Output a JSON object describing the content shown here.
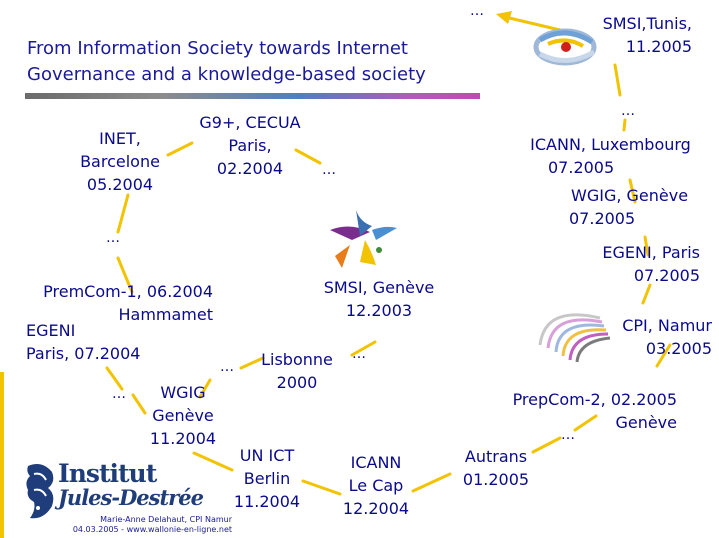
{
  "title": {
    "line1": "From Information Society towards Internet",
    "line2": "Governance and a knowledge-based society"
  },
  "events": {
    "smsi_tunis": {
      "line1": "SMSI,Tunis,",
      "line2": "11.2005"
    },
    "icann_luxembourg": {
      "line1": "ICANN, Luxembourg",
      "line2": "07.2005"
    },
    "wgig_geneve_2005": {
      "line1": "WGIG, Genève",
      "line2": "07.2005"
    },
    "egeni_paris_2005": {
      "line1": "EGENI, Paris",
      "line2": "07.2005"
    },
    "cpi_namur": {
      "line1": "CPI, Namur",
      "line2": "03.2005"
    },
    "prepcom2": {
      "line1": "PrepCom-2, 02.2005",
      "line2": "Genève"
    },
    "autrans": {
      "line1": "Autrans",
      "line2": "01.2005"
    },
    "icann_le_cap": {
      "line1": "ICANN",
      "line2": "Le Cap",
      "line3": "12.2004"
    },
    "un_ict": {
      "line1": "UN ICT",
      "line2": "Berlin",
      "line3": "11.2004"
    },
    "wgig_geneve_2004": {
      "line1": "WGIG",
      "line2": "Genève",
      "line3": "11.2004"
    },
    "egeni_paris_2004": {
      "line1": "EGENI",
      "line2": "Paris, 07.2004"
    },
    "premcom1": {
      "line1": "PremCom-1, 06.2004",
      "line2": "Hammamet"
    },
    "inet": {
      "line1": "INET,",
      "line2": "Barcelone",
      "line3": "05.2004"
    },
    "g9": {
      "line1": "G9+, CECUA",
      "line2": "Paris,",
      "line3": "02.2004"
    },
    "smsi_geneve": {
      "line1": "SMSI, Genève",
      "line2": "12.2003"
    },
    "lisbonne": {
      "line1": "Lisbonne",
      "line2": "2000"
    }
  },
  "ellipsis": "…",
  "logo": {
    "line1": "Institut",
    "line2": "Jules-Destrée"
  },
  "footer": {
    "line1": "Marie-Anne Delahaut, CPI Namur",
    "line2": "04.03.2005 - www.wallonie-en-ligne.net"
  },
  "colors": {
    "title": "#1a1a9a",
    "label": "#0a0a8c",
    "connector": "#f2c300"
  }
}
